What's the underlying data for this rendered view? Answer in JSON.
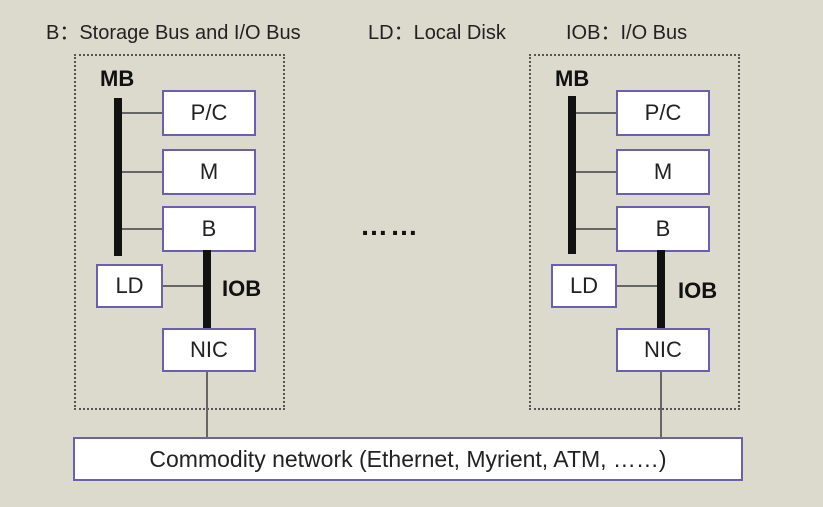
{
  "legend": {
    "b": "B：Storage Bus and I/O Bus",
    "ld": "LD：Local Disk",
    "iob": "IOB：I/O Bus"
  },
  "node_left": {
    "mb_label": "MB",
    "iob_label": "IOB",
    "pc": "P/C",
    "m": "M",
    "b": "B",
    "ld": "LD",
    "nic": "NIC"
  },
  "node_right": {
    "mb_label": "MB",
    "iob_label": "IOB",
    "pc": "P/C",
    "m": "M",
    "b": "B",
    "ld": "LD",
    "nic": "NIC"
  },
  "ellipsis": "……",
  "network": {
    "label": "Commodity network (Ethernet, Myrient, ATM, ……)"
  },
  "colors": {
    "background": "#dcd9cd",
    "box_border": "#6a5fb0",
    "bus": "#111111"
  }
}
